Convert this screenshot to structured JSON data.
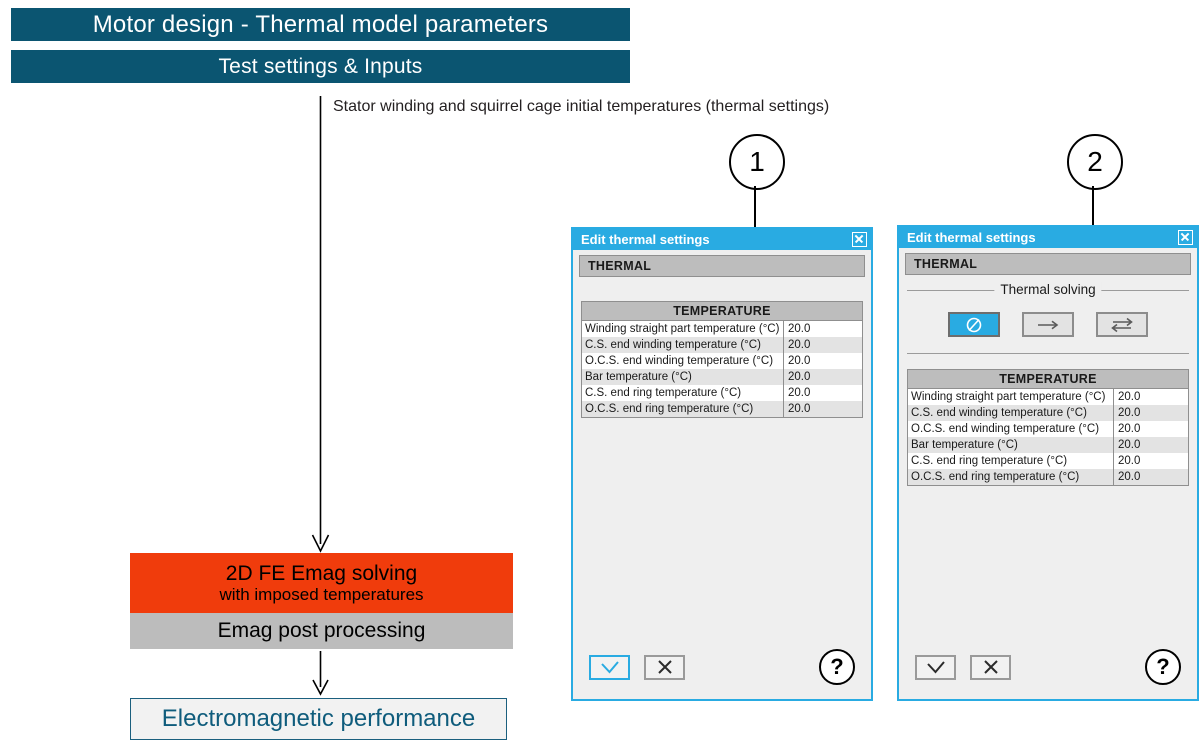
{
  "header": {
    "title": "Motor design - Thermal model parameters",
    "subtitle": "Test settings & Inputs"
  },
  "annotation": {
    "note": "Stator winding and squirrel cage initial temperatures (thermal settings)"
  },
  "flow": {
    "emag_solving_line1": "2D FE Emag solving",
    "emag_solving_line2": "with imposed temperatures",
    "post_processing": "Emag post processing",
    "performance": "Electromagnetic performance"
  },
  "callouts": [
    {
      "number": "1"
    },
    {
      "number": "2"
    }
  ],
  "dialogs": [
    {
      "title": "Edit thermal settings",
      "close_icon": "close-icon",
      "tab": "THERMAL",
      "table": {
        "header": "TEMPERATURE",
        "rows": [
          {
            "label": "Winding straight part temperature (°C)",
            "value": "20.0"
          },
          {
            "label": "C.S. end winding temperature (°C)",
            "value": "20.0"
          },
          {
            "label": "O.C.S. end winding temperature (°C)",
            "value": "20.0"
          },
          {
            "label": "Bar temperature (°C)",
            "value": "20.0"
          },
          {
            "label": "C.S. end ring temperature (°C)",
            "value": "20.0"
          },
          {
            "label": "O.C.S. end ring temperature (°C)",
            "value": "20.0"
          }
        ]
      },
      "footer": {
        "ok_icon": "check-icon",
        "cancel_icon": "cross-icon",
        "help_label": "?"
      }
    },
    {
      "title": "Edit thermal settings",
      "close_icon": "close-icon",
      "tab": "THERMAL",
      "fieldset": {
        "legend": "Thermal solving",
        "options": [
          {
            "icon": "no-thermal-solving-icon",
            "selected": true
          },
          {
            "icon": "one-way-arrow-icon",
            "selected": false
          },
          {
            "icon": "two-way-arrow-icon",
            "selected": false
          }
        ]
      },
      "table": {
        "header": "TEMPERATURE",
        "rows": [
          {
            "label": "Winding straight part temperature (°C)",
            "value": "20.0"
          },
          {
            "label": "C.S. end winding temperature (°C)",
            "value": "20.0"
          },
          {
            "label": "O.C.S. end winding temperature (°C)",
            "value": "20.0"
          },
          {
            "label": "Bar temperature (°C)",
            "value": "20.0"
          },
          {
            "label": "C.S. end ring temperature (°C)",
            "value": "20.0"
          },
          {
            "label": "O.C.S. end ring temperature (°C)",
            "value": "20.0"
          }
        ]
      },
      "footer": {
        "ok_icon": "check-icon",
        "cancel_icon": "cross-icon",
        "help_label": "?"
      }
    }
  ],
  "colors": {
    "banner": "#0b5571",
    "dialog_accent": "#29abe2",
    "solving_box": "#f03c0c",
    "post_box": "#bcbcbc",
    "performance_text": "#0f5c7c"
  }
}
